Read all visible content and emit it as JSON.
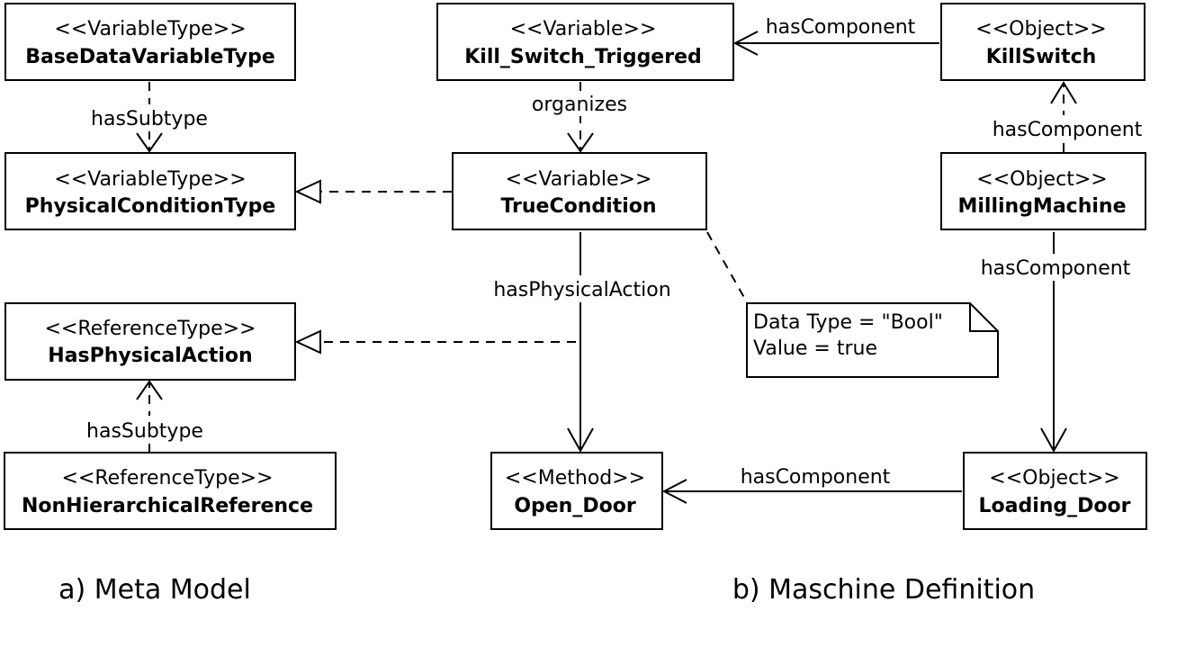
{
  "nodes": {
    "base_data_variable_type": {
      "stereotype": "<<VariableType>>",
      "name": "BaseDataVariableType"
    },
    "physical_condition_type": {
      "stereotype": "<<VariableType>>",
      "name": "PhysicalConditionType"
    },
    "has_physical_action": {
      "stereotype": "<<ReferenceType>>",
      "name": "HasPhysicalAction"
    },
    "non_hierarchical_reference": {
      "stereotype": "<<ReferenceType>>",
      "name": "NonHierarchicalReference"
    },
    "kill_switch_triggered": {
      "stereotype": "<<Variable>>",
      "name": "Kill_Switch_Triggered"
    },
    "true_condition": {
      "stereotype": "<<Variable>>",
      "name": "TrueCondition"
    },
    "open_door": {
      "stereotype": "<<Method>>",
      "name": "Open_Door"
    },
    "kill_switch": {
      "stereotype": "<<Object>>",
      "name": "KillSwitch"
    },
    "milling_machine": {
      "stereotype": "<<Object>>",
      "name": "MillingMachine"
    },
    "loading_door": {
      "stereotype": "<<Object>>",
      "name": "Loading_Door"
    }
  },
  "edges": {
    "base_to_physical": "hasSubtype",
    "nonhier_to_hasphys": "hasSubtype",
    "killswitch_to_variable": "hasComponent",
    "variable_organizes": "organizes",
    "milling_to_killswitch": "hasComponent",
    "milling_to_loading": "hasComponent",
    "truecondition_to_opendoor": "hasPhysicalAction",
    "loading_to_opendoor": "hasComponent"
  },
  "note": {
    "line1": "Data Type = \"Bool\"",
    "line2": "Value = true"
  },
  "captions": {
    "meta_model": "a) Meta Model",
    "machine_definition": "b) Maschine Definition"
  }
}
